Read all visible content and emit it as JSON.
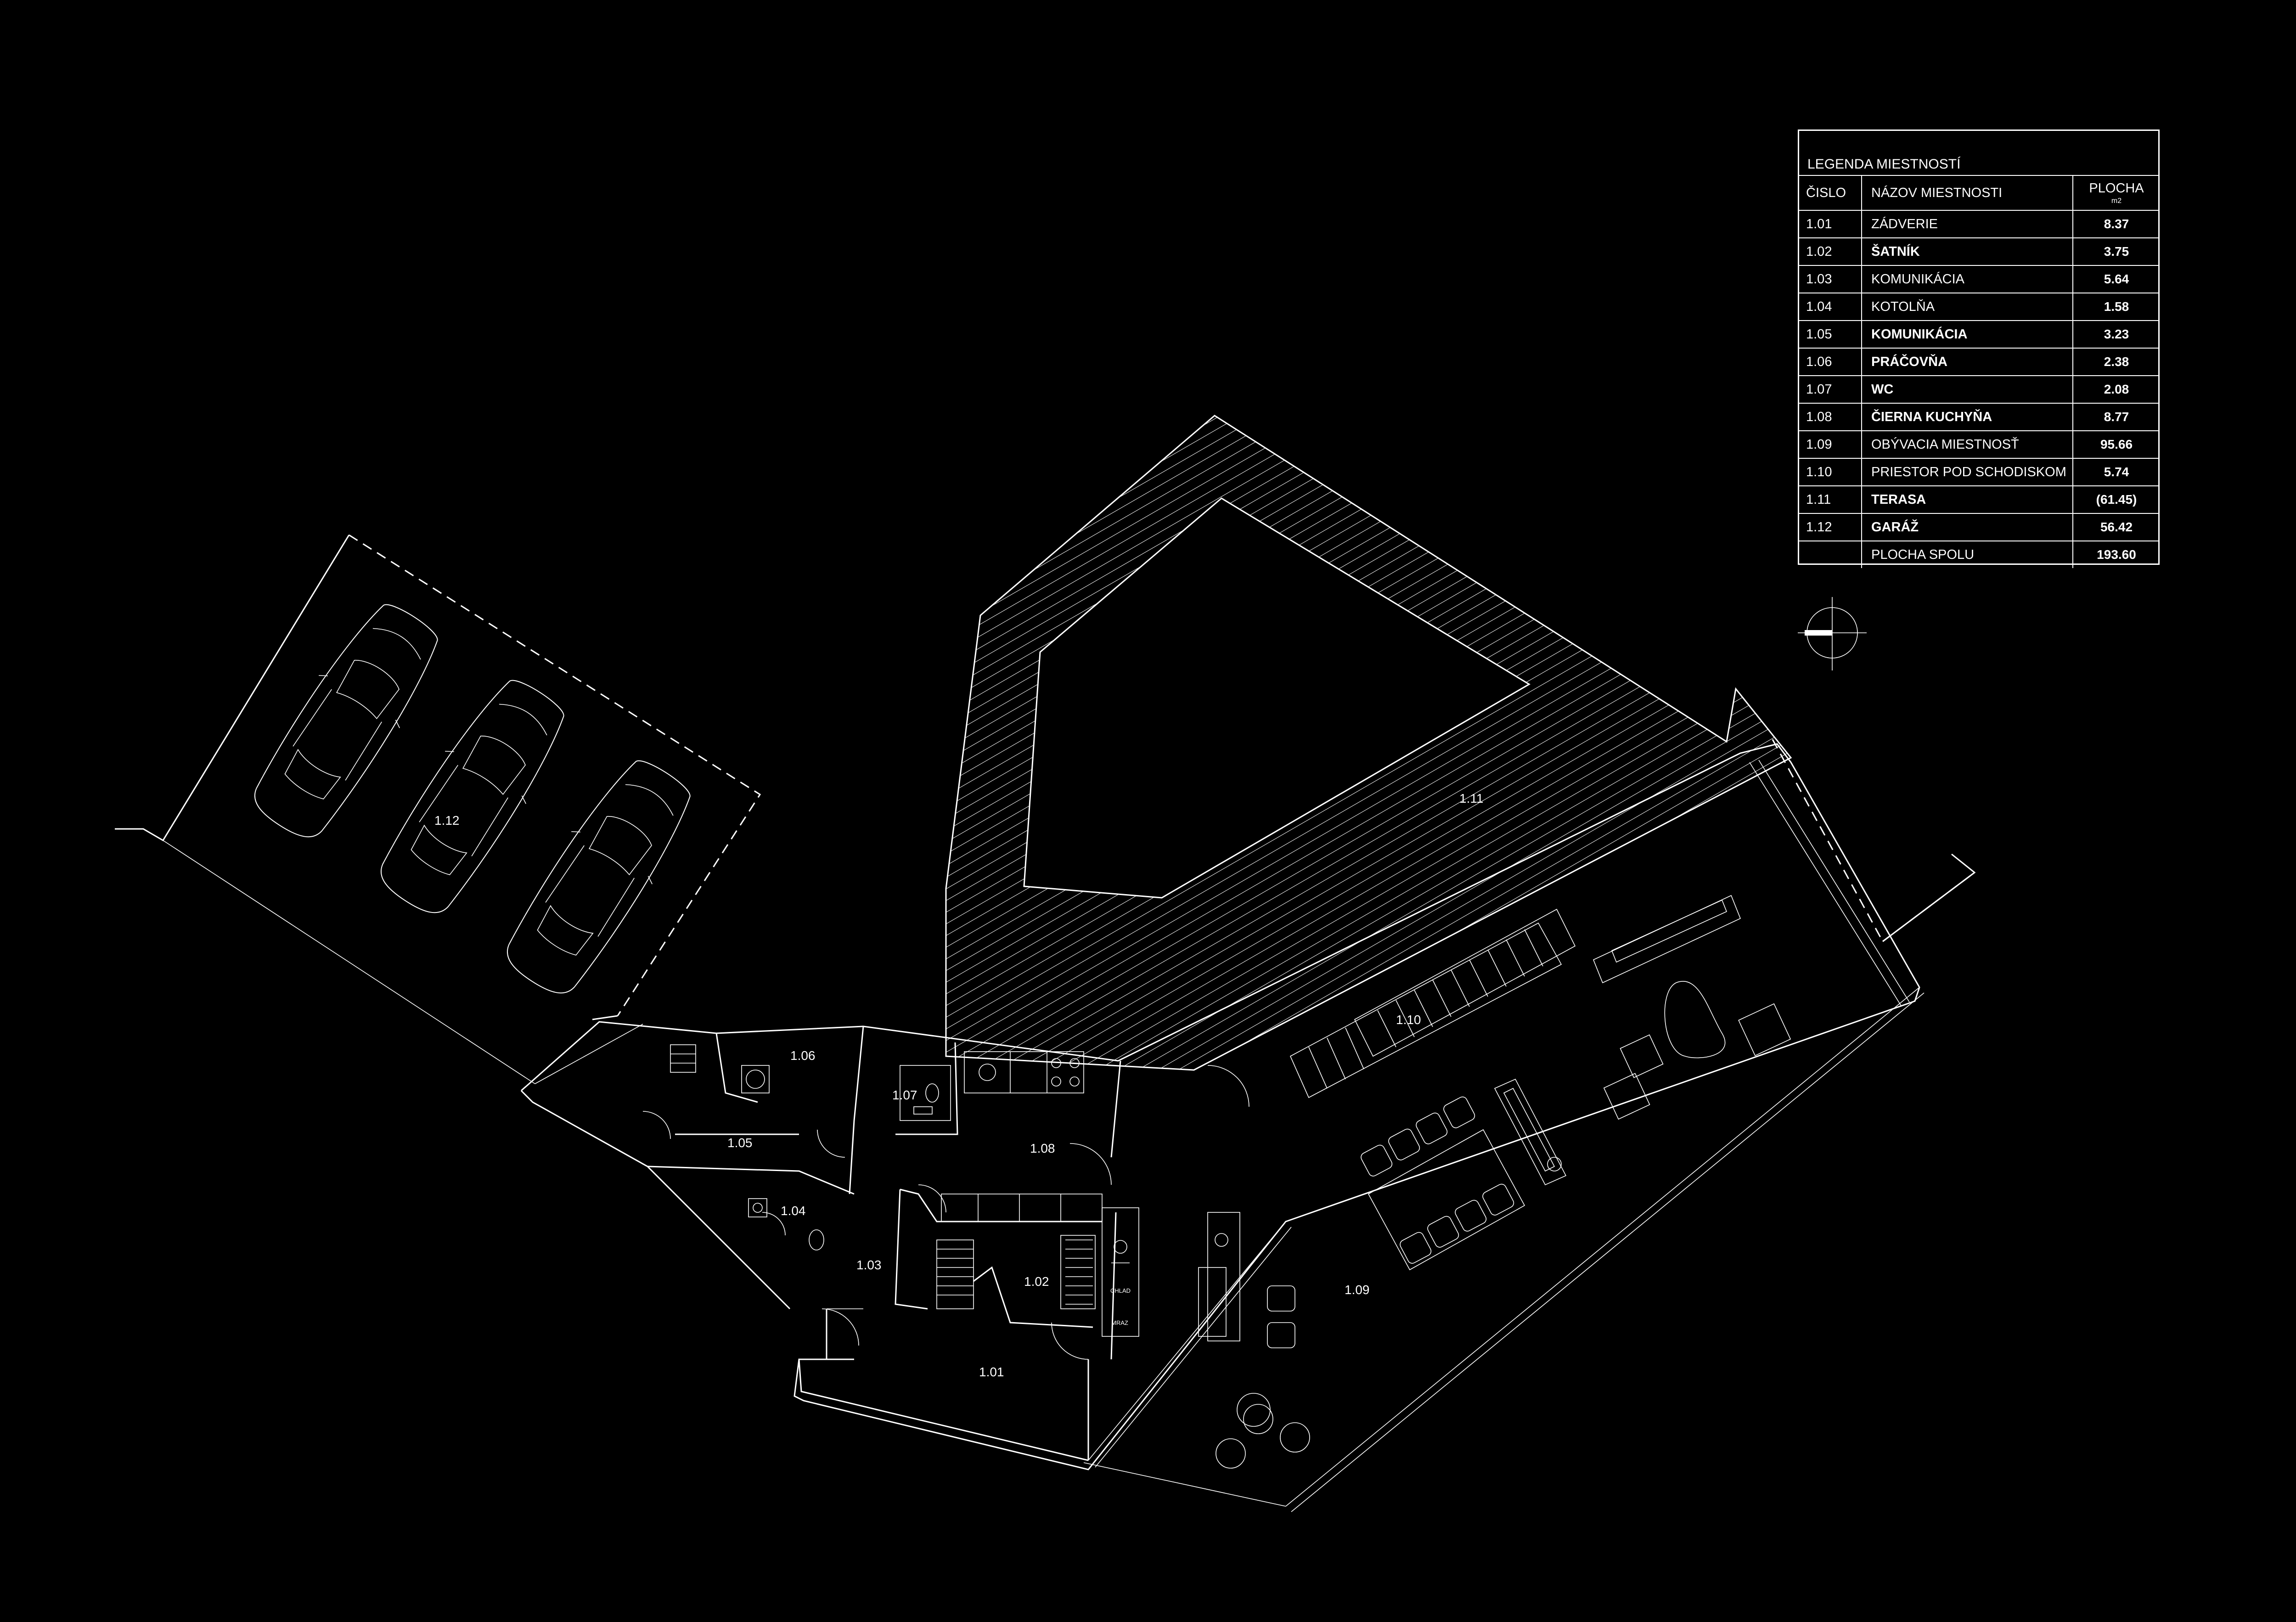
{
  "legend": {
    "title": "LEGENDA MIESTNOSTÍ",
    "headers": {
      "number": "ČISLO",
      "name": "NÁZOV MIESTNOSTI",
      "area": "PLOCHA",
      "area_unit": "m2"
    },
    "rows": [
      {
        "number": "1.01",
        "name": "ZÁDVERIE",
        "area": "8.37"
      },
      {
        "number": "1.02",
        "name": "ŠATNÍK",
        "area": "3.75"
      },
      {
        "number": "1.03",
        "name": "KOMUNIKÁCIA",
        "area": "5.64"
      },
      {
        "number": "1.04",
        "name": "KOTOLŇA",
        "area": "1.58"
      },
      {
        "number": "1.05",
        "name": "KOMUNIKÁCIA",
        "area": "3.23"
      },
      {
        "number": "1.06",
        "name": "PRÁČOVŇA",
        "area": "2.38"
      },
      {
        "number": "1.07",
        "name": "WC",
        "area": "2.08"
      },
      {
        "number": "1.08",
        "name": "ČIERNA KUCHYŇA",
        "area": "8.77"
      },
      {
        "number": "1.09",
        "name": "OBÝVACIA MIESTNOSŤ",
        "area": "95.66"
      },
      {
        "number": "1.10",
        "name": "PRIESTOR POD SCHODISKOM",
        "area": "5.74"
      },
      {
        "number": "1.11",
        "name": "TERASA",
        "area": "(61.45)"
      },
      {
        "number": "1.12",
        "name": "GARÁŽ",
        "area": "56.42"
      }
    ],
    "total": {
      "label": "PLOCHA SPOLU",
      "area": "193.60"
    }
  },
  "rooms": {
    "r101": "1.01",
    "r102": "1.02",
    "r103": "1.03",
    "r104": "1.04",
    "r105": "1.05",
    "r106": "1.06",
    "r107": "1.07",
    "r108": "1.08",
    "r109": "1.09",
    "r110": "1.10",
    "r111": "1.11",
    "r112": "1.12"
  },
  "annotations": {
    "cold": "CHLAD",
    "freeze": "MRAZ"
  },
  "colors": {
    "background": "#000000",
    "lines": "#ffffff"
  },
  "icons": [
    "north-arrow-icon",
    "car-icon",
    "stove-icon",
    "toilet-icon",
    "washing-machine-icon",
    "boiler-icon"
  ]
}
